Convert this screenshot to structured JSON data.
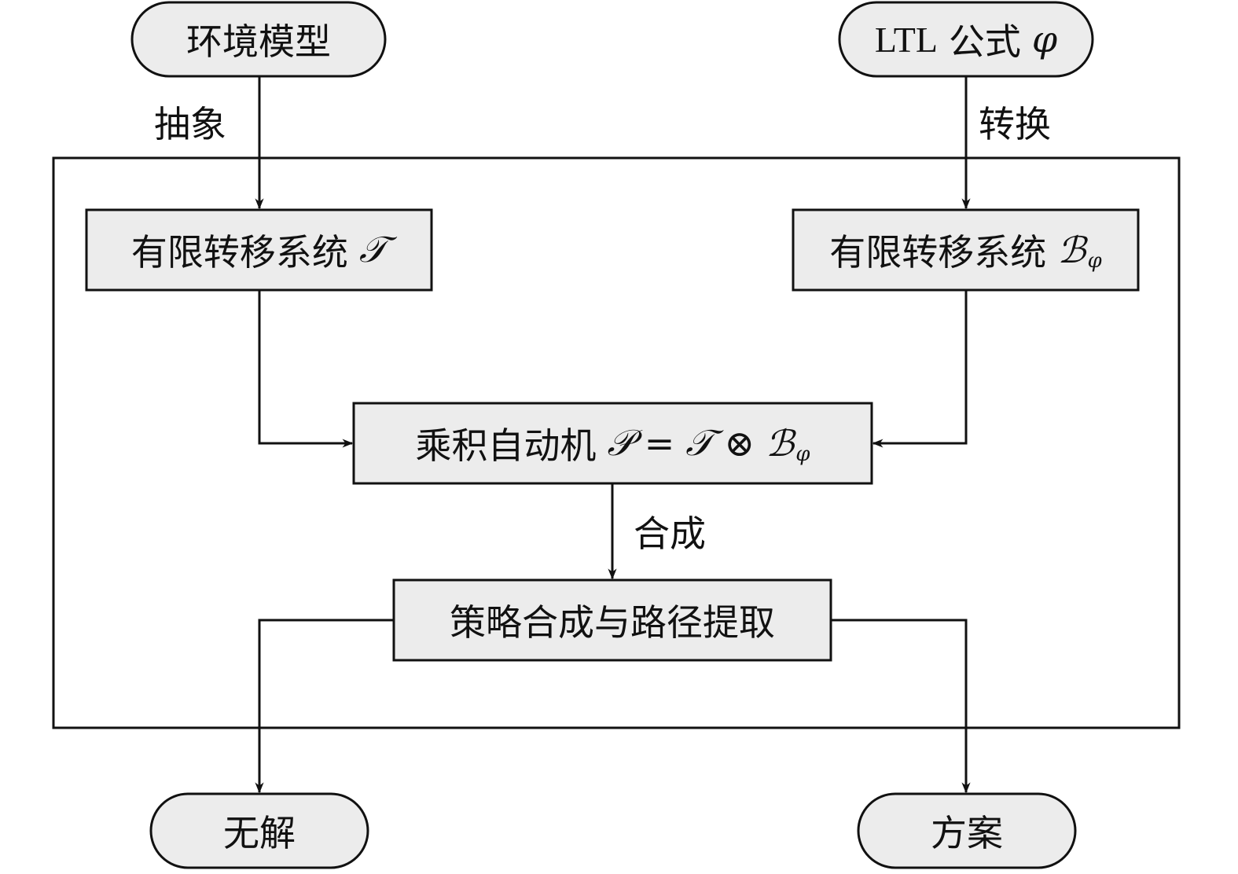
{
  "nodes": {
    "env_model": "环境模型",
    "ltl_formula": {
      "prefix": "LTL",
      "text": "公式",
      "symbol": "φ"
    },
    "finite_ts_t": {
      "text": "有限转移系统",
      "symbol": "𝒯"
    },
    "finite_ts_b": {
      "text": "有限转移系统",
      "symbol": "ℬ",
      "subscript": "φ"
    },
    "product": {
      "text": "乘积自动机",
      "lhs": "𝒫",
      "eq": "=",
      "t": "𝒯",
      "op": "⊗",
      "b": "ℬ",
      "subscript": "φ"
    },
    "strategy": "策略合成与路径提取",
    "no_solution": "无解",
    "plan": "方案"
  },
  "edges": {
    "abstract": "抽象",
    "convert": "转换",
    "synthesize": "合成"
  },
  "colors": {
    "box_fill": "#ececec",
    "stroke": "#111111",
    "background": "#ffffff"
  }
}
